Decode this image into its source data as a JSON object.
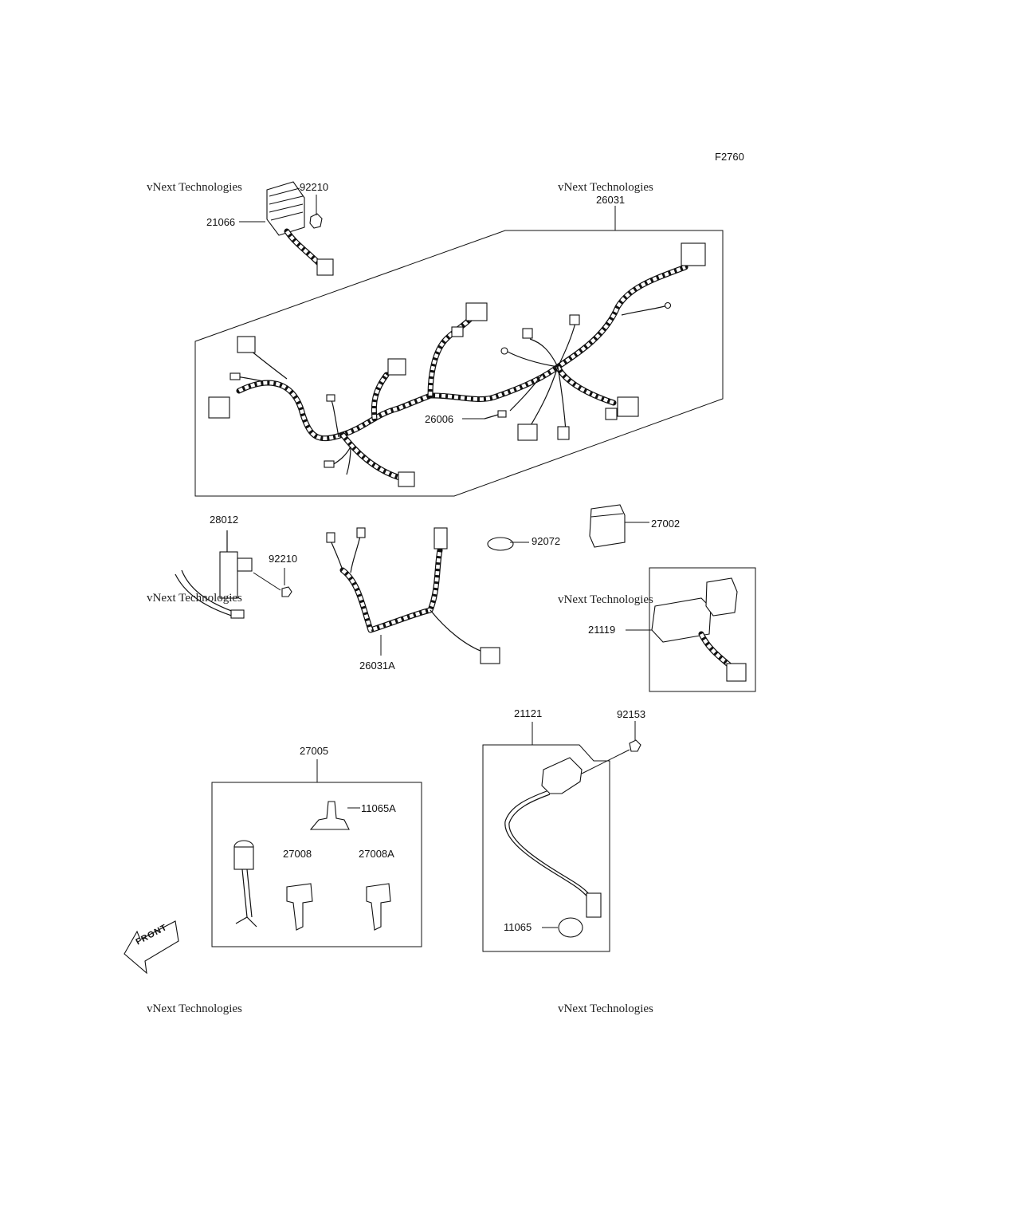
{
  "figure_code": "F2760",
  "watermark": {
    "big": "vNext\nTechnologies",
    "small": "vNext Technologies"
  },
  "callouts": {
    "c21066": "21066",
    "c92210_top": "92210",
    "c26031": "26031",
    "c26006": "26006",
    "c28012": "28012",
    "c92210_mid": "92210",
    "c26031A": "26031A",
    "c92072": "92072",
    "c27002": "27002",
    "c21119": "21119",
    "c21121": "21121",
    "c92153": "92153",
    "c27005": "27005",
    "c11065A": "11065A",
    "c27008": "27008",
    "c27008A": "27008A",
    "c11065": "11065"
  },
  "front_arrow_label": "FRONT"
}
